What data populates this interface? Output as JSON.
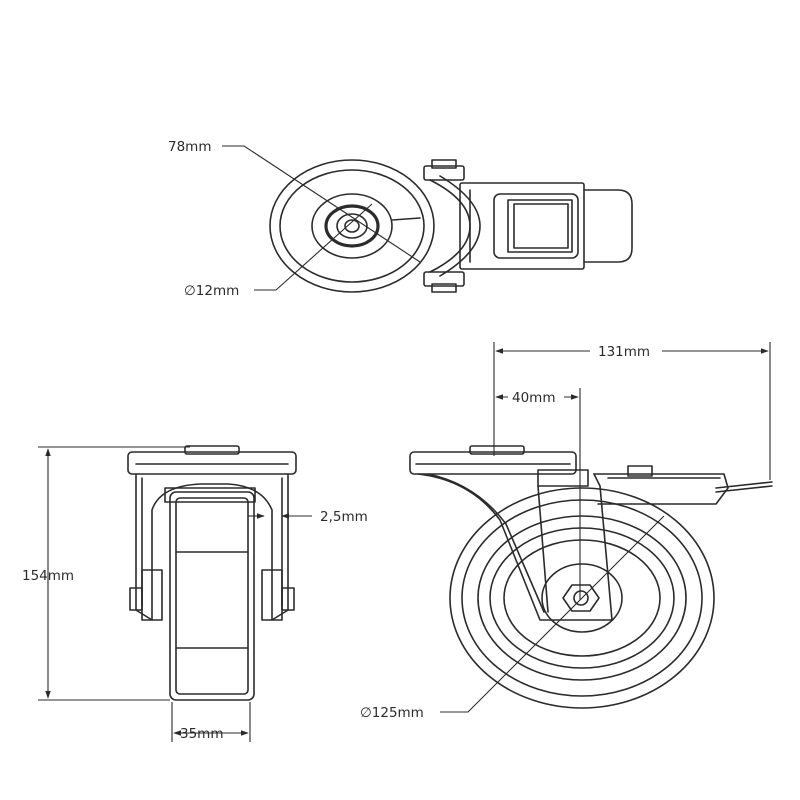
{
  "dimensions": {
    "top_plate_diameter": "78mm",
    "bolt_hole_diameter": "∅12mm",
    "overall_height": "154mm",
    "wheel_width": "35mm",
    "fork_thickness": "2,5mm",
    "overall_length": "131mm",
    "offset": "40mm",
    "wheel_diameter": "∅125mm"
  },
  "colors": {
    "line": "#2b2b2b",
    "background": "#ffffff"
  }
}
